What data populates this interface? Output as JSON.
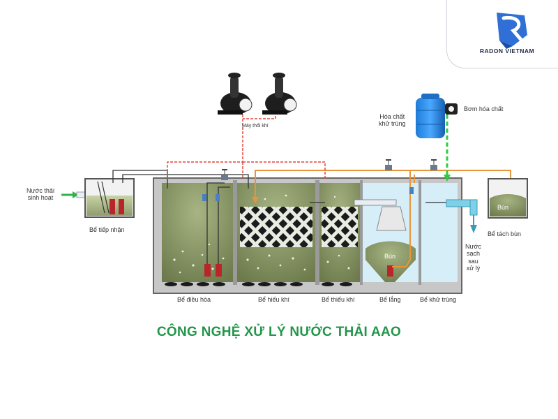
{
  "brand": {
    "name": "RADON VIETNAM"
  },
  "title": "CÔNG NGHỆ XỬ LÝ NƯỚC THẢI AAO",
  "labels": {
    "inflow_line1": "Nước thải",
    "inflow_line2": "sinh hoạt",
    "blower": "Máy thổi khí",
    "chemical_line1": "Hóa chất",
    "chemical_line2": "khử trùng",
    "dosing_pump": "Bơm hóa chất",
    "sludge_tank": "Bể tách bùn",
    "sludge": "Bùn",
    "sludge_settling": "Bùn",
    "clean_line1": "Nước",
    "clean_line2": "sạch",
    "clean_line3": "sau",
    "clean_line4": "xử lý"
  },
  "tanks": [
    "Bể tiếp nhận",
    "Bể điều hòa",
    "Bể hiếu khí",
    "Bể thiếu khí",
    "Bể lắng",
    "Bể khử trùng"
  ],
  "colors": {
    "air_line": "#e0473c",
    "sludge_line": "#e8953a",
    "chemical_line": "#2ecc40",
    "water": "#bfe3ef",
    "title": "#23964a"
  }
}
